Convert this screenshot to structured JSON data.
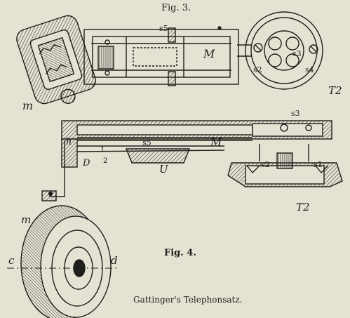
{
  "figures": {
    "fig3_title": "Fig. 3.",
    "fig4_title": "Fig. 4."
  },
  "caption": "Gattinger's Telephonsatz.",
  "labels": {
    "fig3": {
      "s5": "s5",
      "M": "M",
      "m": "m",
      "s2": "s2",
      "s3": "s3",
      "s4": "s4",
      "T2": "T2"
    },
    "fig4": {
      "s3": "s3",
      "h": "h",
      "M": "M",
      "s5": "s5",
      "one": "1",
      "two": "2",
      "D": "D",
      "U": "U",
      "s2": "s2",
      "s1": "s1",
      "T2": "T2",
      "m": "m",
      "c": "c",
      "d": "d"
    }
  },
  "colors": {
    "paper": "#e6e2d3",
    "ink": "#1e1e1a",
    "hatch": "#3a3a34"
  }
}
